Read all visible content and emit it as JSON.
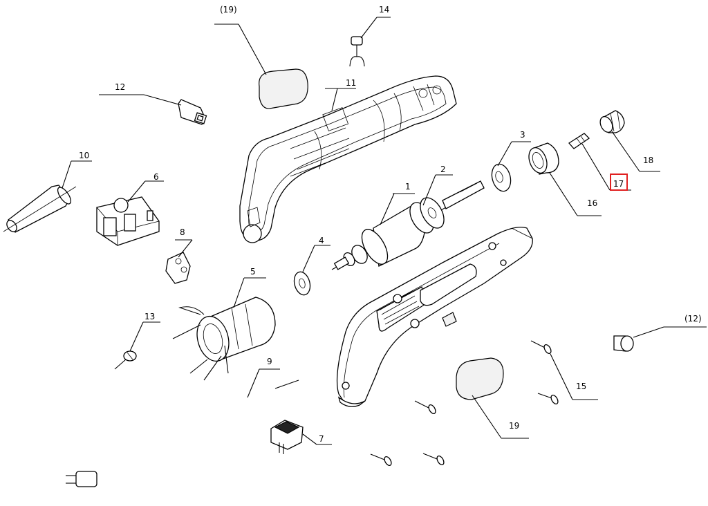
{
  "callouts": {
    "c19a": "(19)",
    "c14": "14",
    "c12": "12",
    "c11": "11",
    "c10": "10",
    "c6": "6",
    "c8": "8",
    "c3": "3",
    "c2": "2",
    "c1": "1",
    "c18": "18",
    "c17": "17",
    "c16": "16",
    "c4": "4",
    "c5": "5",
    "c13": "13",
    "c9": "9",
    "c12b": "(12)",
    "c15": "15",
    "c19": "19",
    "c7": "7"
  },
  "highlight": {
    "target": "17",
    "color": "#e02020"
  }
}
